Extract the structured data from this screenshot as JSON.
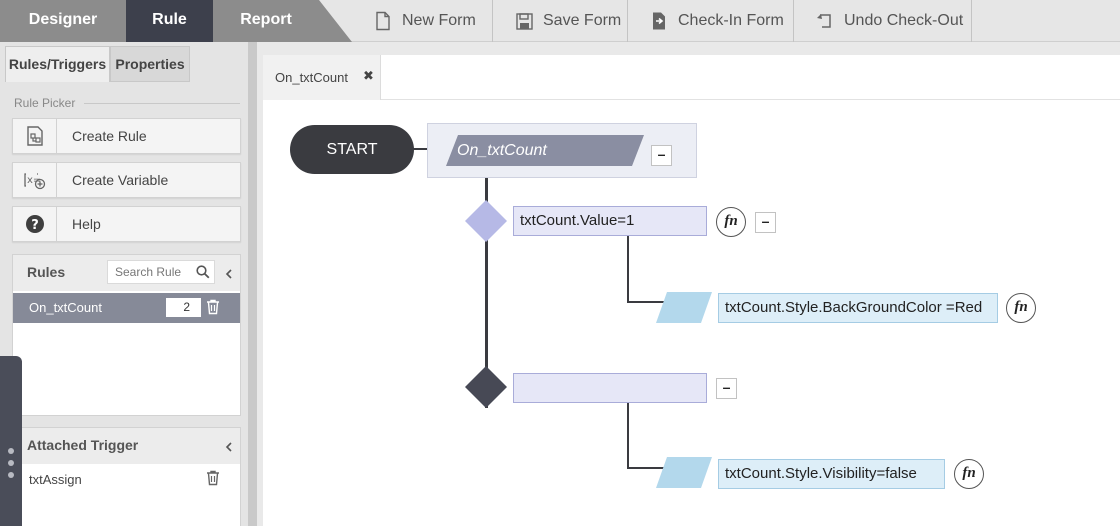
{
  "toolbar": {
    "modes": [
      "Designer",
      "Rule",
      "Report"
    ],
    "new_form": "New Form",
    "save_form": "Save Form",
    "check_in": "Check-In Form",
    "undo_checkout": "Undo Check-Out"
  },
  "left": {
    "tabs": [
      "Rules/Triggers",
      "Properties"
    ],
    "rule_picker_label": "Rule Picker",
    "picker": [
      "Create Rule",
      "Create Variable",
      "Help"
    ],
    "rules_panel": {
      "title": "Rules",
      "search_placeholder": "Search Rule",
      "items": [
        {
          "name": "On_txtCount",
          "count": "2"
        }
      ]
    },
    "trigger_panel": {
      "title": "Attached Trigger",
      "items": [
        {
          "name": "txtAssign"
        }
      ]
    }
  },
  "editor": {
    "tab_title": "On_txtCount",
    "start_label": "START",
    "trigger_label": "On_txtCount",
    "condition1": "txtCount.Value=1",
    "action1": "txtCount.Style.BackGroundColor =Red",
    "condition2": "",
    "action2": "txtCount.Style.Visibility=false",
    "fn_label": "fn",
    "minus_label": "–",
    "close_label": "✖"
  },
  "colors": {
    "active_mode": "#3d404c",
    "rule_row": "#868a98",
    "start_node": "#3a3b40",
    "condition_fill": "#e6e7f7",
    "action_fill": "#ddeef8"
  }
}
